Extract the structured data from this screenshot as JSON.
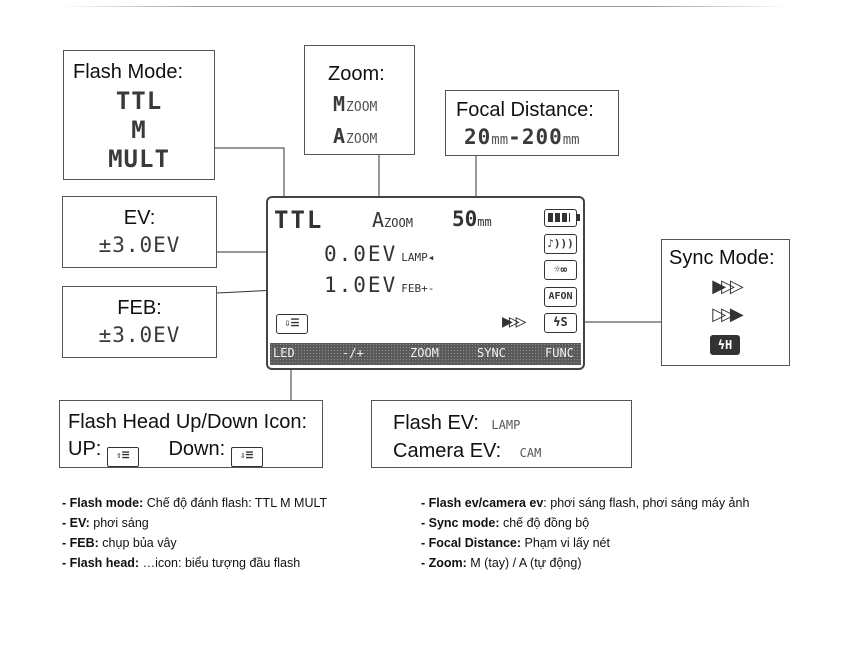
{
  "flash_mode_box": {
    "title": "Flash Mode:",
    "values": [
      "TTL",
      "M",
      "MULT"
    ]
  },
  "zoom_box": {
    "title": "Zoom:",
    "manual": "M",
    "auto": "A",
    "suffix": "ZOOM"
  },
  "focal_box": {
    "title": "Focal Distance:",
    "value_min": "20",
    "value_max": "200",
    "unit": "mm",
    "dash": "-"
  },
  "ev_box": {
    "title": "EV:",
    "value": "±3.0EV"
  },
  "feb_box": {
    "title": "FEB:",
    "value": "±3.0EV"
  },
  "sync_box": {
    "title": "Sync Mode:",
    "icons": [
      "front-curtain",
      "rear-curtain",
      "high-speed"
    ],
    "hs_label": "ϟH"
  },
  "head_box": {
    "title": "Flash Head Up/Down Icon:",
    "up_label": "UP:",
    "down_label": "Down:"
  },
  "flash_ev_box": {
    "flash_label": "Flash EV:",
    "flash_value": "LAMP",
    "camera_label": "Camera EV:",
    "camera_value": "CAM"
  },
  "lcd": {
    "mode": "TTL",
    "zoom_mode": "A",
    "zoom_suffix": "ZOOM",
    "focal": "50",
    "focal_unit": "mm",
    "ev_value": "0.0EV",
    "ev_tag": "LAMP◂",
    "feb_value": "1.0EV",
    "feb_tag": "FEB+-",
    "right_icons": [
      "battery",
      "sound",
      "light",
      "AF ON"
    ],
    "af_label": "AFON",
    "buttons": [
      "LED",
      "-/+",
      "ZOOM",
      "SYNC",
      "FUNC"
    ]
  },
  "notes_left": [
    {
      "term": "- Flash mode:",
      "desc": " Chế độ đánh flash: TTL M MULT"
    },
    {
      "term": "- EV:",
      "desc": " phơi sáng"
    },
    {
      "term": "- FEB:",
      "desc": " chụp bủa vây"
    },
    {
      "term": "- Flash head:",
      "desc": " …icon: biểu tượng đầu flash"
    }
  ],
  "notes_right": [
    {
      "term": "- Flash ev/camera ev",
      "desc": ": phơi sáng flash, phơi sáng máy ảnh"
    },
    {
      "term": "- Sync mode:",
      "desc": " chế độ đồng bộ"
    },
    {
      "term": "- Focal Distance:",
      "desc": " Phạm vi lấy nét"
    },
    {
      "term": "- Zoom:",
      "desc": "  M (tay) / A (tự động)"
    }
  ],
  "colors": {
    "line": "#333333",
    "lcd_bar": "#5a5a5a",
    "text": "#111111",
    "segment": "#3a3a3a"
  }
}
